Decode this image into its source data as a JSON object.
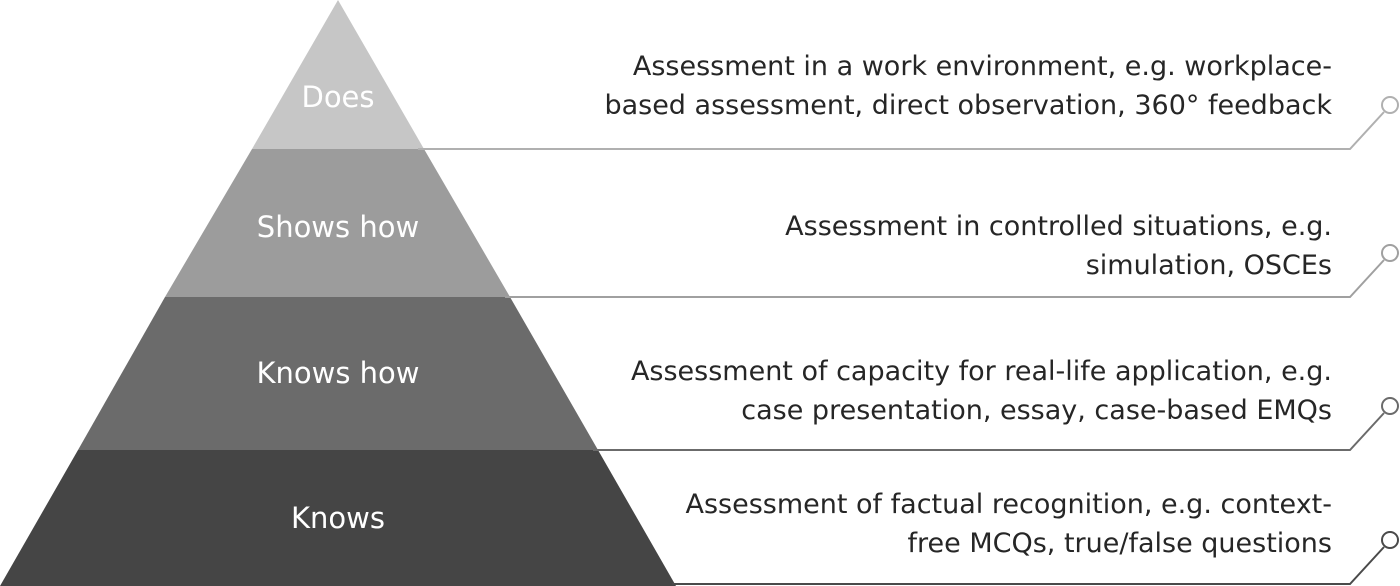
{
  "colors": {
    "does": "#c6c6c6",
    "shows_how": "#9c9c9c",
    "knows_how": "#6b6b6b",
    "knows": "#454545",
    "leader_light": "#a8a8a8",
    "leader_dark": "#595959"
  },
  "levels": [
    {
      "label": "Does",
      "description": [
        "Assessment in a work environment, e.g. workplace-",
        "based assessment, direct observation, 360° feedback"
      ]
    },
    {
      "label": "Shows how",
      "description": [
        "Assessment in controlled situations, e.g.",
        "simulation, OSCEs"
      ]
    },
    {
      "label": "Knows how",
      "description": [
        "Assessment of capacity for real-life application, e.g.",
        "case presentation, essay, case-based EMQs"
      ]
    },
    {
      "label": "Knows",
      "description": [
        "Assessment of factual recognition, e.g. context-",
        "free MCQs, true/false questions"
      ]
    }
  ]
}
